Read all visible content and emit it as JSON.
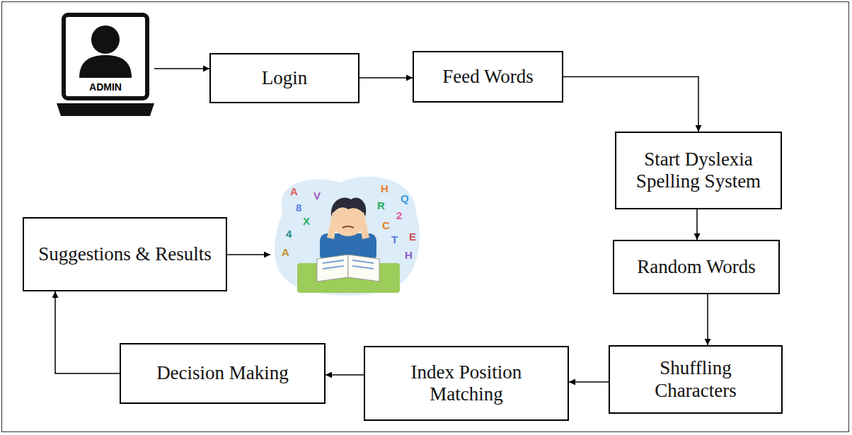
{
  "diagram": {
    "nodes": [
      {
        "text": [
          "ADMIN"
        ]
      },
      {
        "text": [
          "Login"
        ]
      },
      {
        "text": [
          "Feed Words"
        ]
      },
      {
        "text": [
          "Start Dyslexia Spelling System"
        ]
      },
      {
        "text": [
          "Random Words"
        ]
      },
      {
        "text": [
          "Shuffling Characters"
        ]
      },
      {
        "text": [
          "Index Position Matching"
        ]
      },
      {
        "text": [
          "Decision Making"
        ]
      },
      {
        "text": [
          "Suggestions & Results"
        ]
      }
    ],
    "edges": [
      {
        "from": 0,
        "to": 1,
        "arrow": "to"
      },
      {
        "from": 1,
        "to": 2,
        "arrow": "to"
      },
      {
        "from": 2,
        "to": 3,
        "arrow": "to"
      },
      {
        "from": 3,
        "to": 4,
        "arrow": "to"
      },
      {
        "from": 4,
        "to": 5,
        "arrow": "to"
      },
      {
        "from": 5,
        "to": 6,
        "arrow": "to"
      },
      {
        "from": 6,
        "to": 7,
        "arrow": "to"
      },
      {
        "from": 7,
        "to": 8,
        "arrow": "to"
      }
    ],
    "labels": [
      "A",
      "8",
      "V",
      "H",
      "Q",
      "R",
      "2",
      "4",
      "X",
      "C",
      "E",
      "T",
      "H",
      "A"
    ]
  }
}
